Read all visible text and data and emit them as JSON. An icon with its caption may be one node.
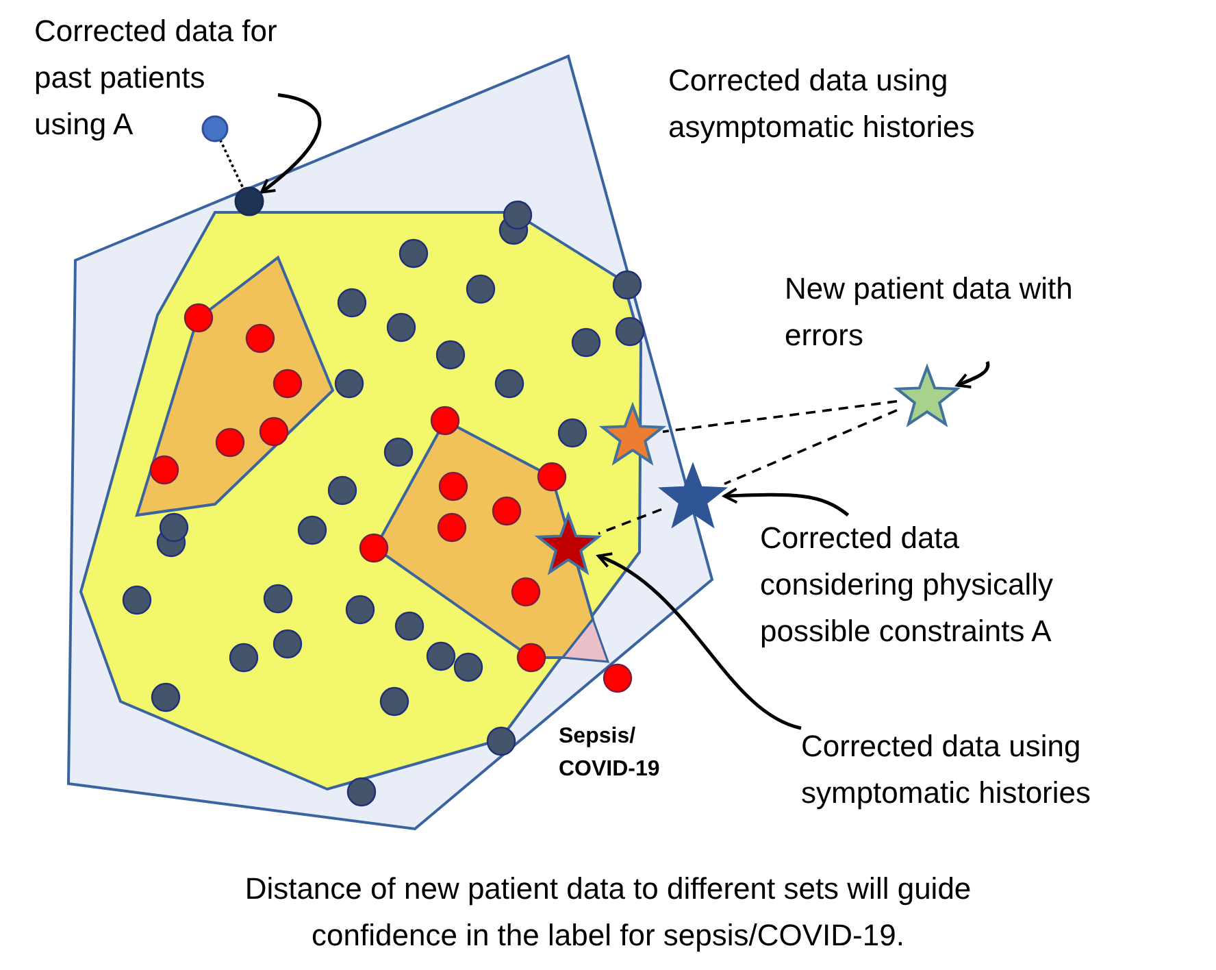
{
  "diagram": {
    "caption": "Distance of new patient data to different sets will guide confidence in the label for sepsis/COVID-19.",
    "nodes": [
      {
        "text": [
          "Corrected data for past patients using A"
        ]
      },
      {
        "text": [],
        "shape": "circle"
      },
      {
        "text": [],
        "shape": "circle"
      },
      {
        "text": [
          "New patient data with errors"
        ]
      },
      {
        "text": [],
        "shape": "star"
      },
      {
        "text": [],
        "shape": "star"
      },
      {
        "text": [],
        "shape": "star"
      },
      {
        "text": [],
        "shape": "star"
      },
      {
        "text": [
          "Corrected data considering physically possible constraints A"
        ]
      },
      {
        "text": [
          "Corrected data using symptomatic histories"
        ]
      }
    ],
    "edges": [
      {
        "from": 0,
        "to": 1,
        "arrow": "to"
      },
      {
        "from": 2,
        "to": 1,
        "arrow": "none",
        "style": "dashed"
      },
      {
        "from": 3,
        "to": 4,
        "arrow": "to"
      },
      {
        "from": 4,
        "to": 5,
        "arrow": "none",
        "style": "dashed"
      },
      {
        "from": 4,
        "to": 6,
        "arrow": "none",
        "style": "dashed"
      },
      {
        "from": 6,
        "to": 7,
        "arrow": "none",
        "style": "dashed"
      },
      {
        "from": 8,
        "to": 6,
        "arrow": "to"
      },
      {
        "from": 9,
        "to": 7,
        "arrow": "to"
      }
    ],
    "labels": [
      "Corrected data using asymptomatic histories",
      "Sepsis/ COVID-19"
    ]
  }
}
